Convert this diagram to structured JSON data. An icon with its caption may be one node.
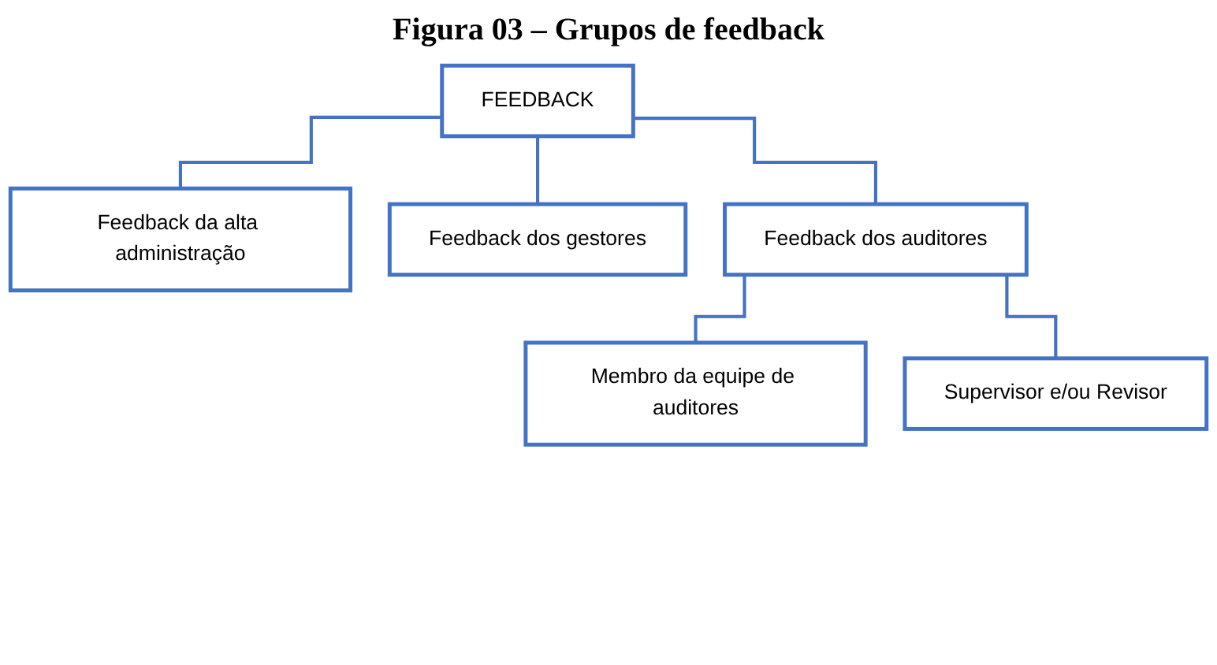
{
  "diagram": {
    "title": "Figura 03 – Grupos de feedback",
    "nodes": [
      {
        "text": [
          "FEEDBACK"
        ]
      },
      {
        "text": [
          "Feedback da alta administração"
        ]
      },
      {
        "text": [
          "Feedback dos gestores"
        ]
      },
      {
        "text": [
          "Feedback dos auditores"
        ]
      },
      {
        "text": [
          "Membro da equipe de auditores"
        ]
      },
      {
        "text": [
          "Supervisor e/ou Revisor"
        ]
      }
    ],
    "edges": [
      {
        "from": 0,
        "to": 1,
        "arrow": "none"
      },
      {
        "from": 0,
        "to": 2,
        "arrow": "none"
      },
      {
        "from": 0,
        "to": 3,
        "arrow": "none"
      },
      {
        "from": 3,
        "to": 4,
        "arrow": "none"
      },
      {
        "from": 3,
        "to": 5,
        "arrow": "none"
      }
    ]
  }
}
